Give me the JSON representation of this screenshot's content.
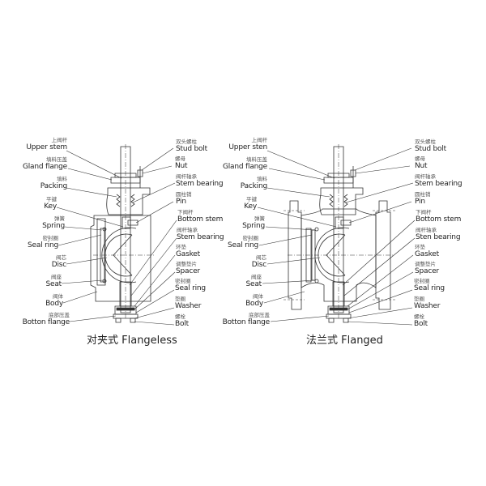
{
  "diagrams": [
    {
      "id": "flangeless",
      "caption": "对夹式 Flangeless",
      "left_labels": [
        {
          "cn": "上阀杆",
          "en": "Upper stem"
        },
        {
          "cn": "填料压盖",
          "en": "Gland flange"
        },
        {
          "cn": "填料",
          "en": "Packing"
        },
        {
          "cn": "平键",
          "en": "Key"
        },
        {
          "cn": "弹簧",
          "en": "Spring"
        },
        {
          "cn": "密封圈",
          "en": "Seal ring"
        },
        {
          "cn": "阀芯",
          "en": "Disc"
        },
        {
          "cn": "阀座",
          "en": "Seat"
        },
        {
          "cn": "阀体",
          "en": "Body"
        },
        {
          "cn": "底部压盖",
          "en": "Botton flange"
        }
      ],
      "right_labels": [
        {
          "cn": "双头螺柱",
          "en": "Stud bolt"
        },
        {
          "cn": "螺母",
          "en": "Nut"
        },
        {
          "cn": "阀杆轴承",
          "en": "Stem bearing"
        },
        {
          "cn": "圆柱销",
          "en": "Pin"
        },
        {
          "cn": "下阀杆",
          "en": "Bottom stem"
        },
        {
          "cn": "阀杆轴承",
          "en": "Stem bearing"
        },
        {
          "cn": "环垫",
          "en": "Gasket"
        },
        {
          "cn": "调整垫片",
          "en": "Spacer"
        },
        {
          "cn": "密封圈",
          "en": "Seal ring"
        },
        {
          "cn": "垫圈",
          "en": "Washer"
        },
        {
          "cn": "螺栓",
          "en": "Bolt"
        }
      ]
    },
    {
      "id": "flanged",
      "caption": "法兰式 Flanged",
      "left_labels": [
        {
          "cn": "上阀杆",
          "en": "Upper sten"
        },
        {
          "cn": "填料压盖",
          "en": "Gland flange"
        },
        {
          "cn": "填料",
          "en": "Packing"
        },
        {
          "cn": "平键",
          "en": "Key"
        },
        {
          "cn": "弹簧",
          "en": "Spring"
        },
        {
          "cn": "密封圈",
          "en": "Seal ring"
        },
        {
          "cn": "阀芯",
          "en": "Disc"
        },
        {
          "cn": "阀座",
          "en": "Seat"
        },
        {
          "cn": "阀体",
          "en": "Body"
        },
        {
          "cn": "底部压盖",
          "en": "Botton flange"
        }
      ],
      "right_labels": [
        {
          "cn": "双头螺柱",
          "en": "Stud bolt"
        },
        {
          "cn": "螺母",
          "en": "Nut"
        },
        {
          "cn": "阀杆轴承",
          "en": "Stem bearing"
        },
        {
          "cn": "圆柱销",
          "en": "Pin"
        },
        {
          "cn": "下阀杆",
          "en": "Bottom stem"
        },
        {
          "cn": "阀杆轴承",
          "en": "Sten bearing"
        },
        {
          "cn": "环垫",
          "en": "Gasket"
        },
        {
          "cn": "调整垫片",
          "en": "Spacer"
        },
        {
          "cn": "密封圈",
          "en": "Seal ring"
        },
        {
          "cn": "垫圈",
          "en": "Washer"
        },
        {
          "cn": "螺栓",
          "en": "Bolt"
        }
      ]
    }
  ]
}
